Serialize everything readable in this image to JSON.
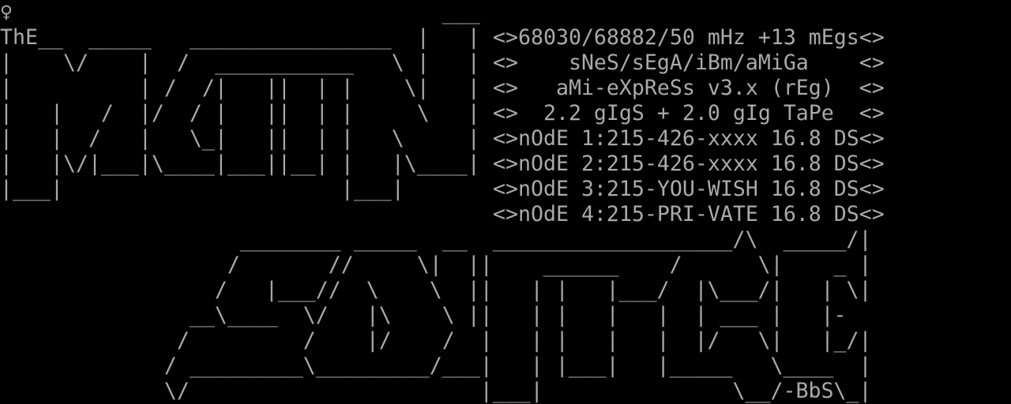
{
  "terminal": {
    "foreground": "#aaaaaa",
    "background": "#000000",
    "art_lines": [
      "♀                                  ___",
      "ThE__  _____   ________________  |   |",
      "|    \\/    |  /  ___________   \\ |   |",
      "|          | /  /|   ||  | |    \\|   |",
      "|   |   /  |/  / |   ||  | |     \\   |",
      "|   |  /   |   \\_|   ||  | |   \\     |",
      "|   |\\/|___|\\____|___||__| |   |\\____|",
      "|___|                      |___|",
      "",
      "                   ________ _____  __  ___________________/\\  _____/|",
      "                  /       //     \\|  ||    ______    /      \\|    _ |",
      "                 /   |___//  \\    \\  ||   | |   |___/  |\\___/|   | \\|",
      "               __\\____  \\/   |\\    \\ ||   | |   |   |  | ___ |   |-",
      "              /         /    |/    /  |   | |   |   |  |/   \\|   |_/|",
      "             / _________\\_________/___|   | |___|   |_____   \\____  |",
      "             \\/                       |___|               \\__/-BbS\\_|"
    ],
    "info_lines": [
      "<>68030/68882/50 mHz +13 mEgs<>",
      "<>    sNeS/sEgA/iBm/aMiGa    <>",
      "<>   aMi-eXpReSs v3.x (rEg)  <>",
      "<>  2.2 gIgS + 2.0 gIg TaPe  <>",
      "<>nOdE 1:215-426-xxxx 16.8 DS<>",
      "<>nOdE 2:215-426-xxxx 16.8 DS<>",
      "<>nOdE 3:215-YOU-WISH 16.8 DS<>",
      "<>nOdE 4:215-PRI-VATE 16.8 DS<>"
    ]
  }
}
